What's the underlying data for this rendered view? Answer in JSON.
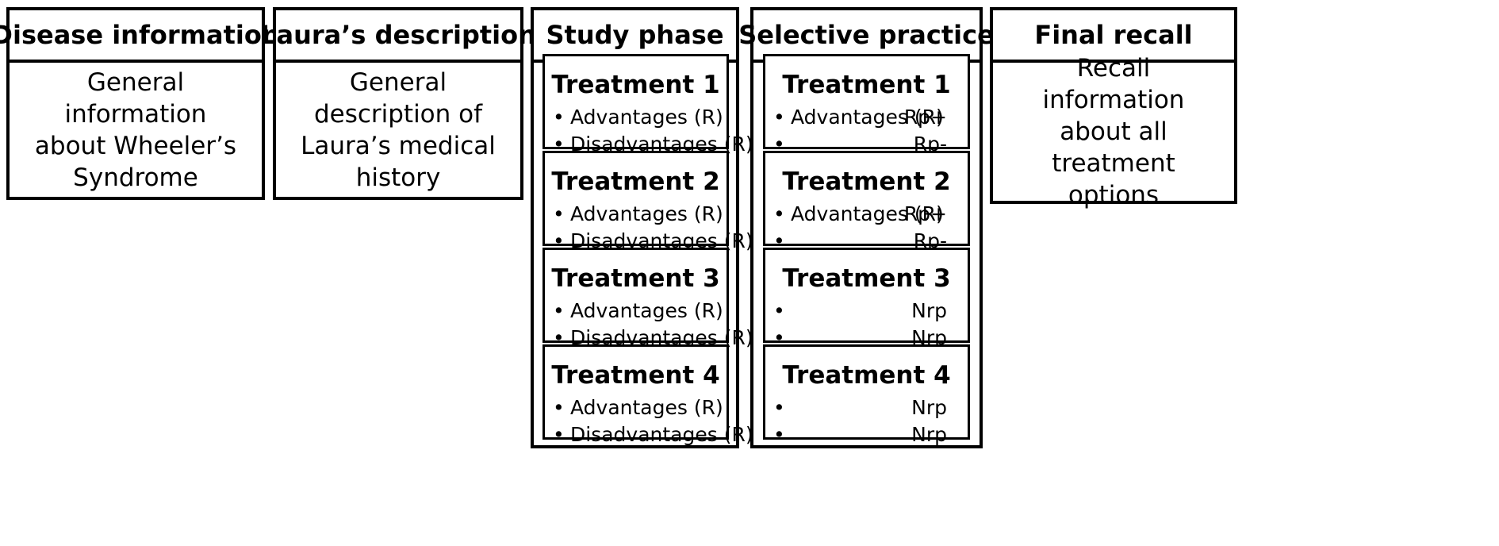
{
  "panels": {
    "disease": {
      "title": "Disease information",
      "body": "General information about Wheeler’s Syndrome"
    },
    "laura": {
      "title": "Laura’s description",
      "body": "General description of Laura’s medical history"
    },
    "study": {
      "title": "Study phase",
      "treatments": [
        {
          "title": "Treatment 1",
          "lines": [
            "Advantages (R)",
            "Disadvantages (R)"
          ]
        },
        {
          "title": "Treatment 2",
          "lines": [
            "Advantages (R)",
            "Disadvantages (R)"
          ]
        },
        {
          "title": "Treatment 3",
          "lines": [
            "Advantages (R)",
            "Disadvantages (R)"
          ]
        },
        {
          "title": "Treatment 4",
          "lines": [
            "Advantages (R)",
            "Disadvantages (R)"
          ]
        }
      ]
    },
    "selective": {
      "title": "Selective practice",
      "treatments": [
        {
          "title": "Treatment 1",
          "lines": [
            {
              "text": "Advantages (R)",
              "code": "Rp+"
            },
            {
              "text": "",
              "code": "Rp-"
            }
          ]
        },
        {
          "title": "Treatment 2",
          "lines": [
            {
              "text": "Advantages (R)",
              "code": "Rp+"
            },
            {
              "text": "",
              "code": "Rp-"
            }
          ]
        },
        {
          "title": "Treatment 3",
          "lines": [
            {
              "text": "",
              "code": "Nrp"
            },
            {
              "text": "",
              "code": "Nrp"
            }
          ]
        },
        {
          "title": "Treatment 4",
          "lines": [
            {
              "text": "",
              "code": "Nrp"
            },
            {
              "text": "",
              "code": "Nrp"
            }
          ]
        }
      ]
    },
    "final": {
      "title": "Final recall",
      "body": "Recall information about all treatment options"
    }
  },
  "bullet_symbol": "•"
}
